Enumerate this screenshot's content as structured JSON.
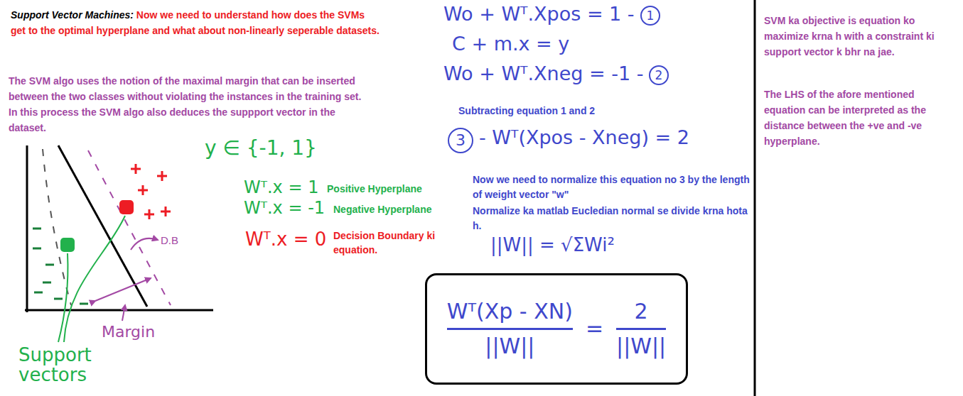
{
  "diagram": {
    "title": "Support Vector Machines:",
    "nodes": [
      {
        "text": [
          "Wᵀ(Xp - XN)",
          "||W||",
          "=",
          "2",
          "||W||"
        ]
      }
    ],
    "labels": [
      "Now we need to understand how does the SVMs get to the optimal hyperplane and what about non-linearly seperable datasets.",
      "The SVM algo uses the notion of the maximal margin that can be inserted between the two classes without violating the instances in the training set. In this process the SVM algo also deduces the suppport vector in the dataset.",
      "y ∈ {-1, 1}",
      "Wᵀ.x = 1",
      "Positive Hyperplane",
      "Wᵀ.x = -1",
      "Negative Hyperplane",
      "Wᵀ.x = 0",
      "Decision Boundary ki equation.",
      "D.B",
      "Margin",
      "Support vectors",
      "Wo + Wᵀ.Xpos = 1 -",
      "1",
      "C + m.x = y",
      "Wo + Wᵀ.Xneg = -1 -",
      "2",
      "Subtracting equation 1 and 2",
      "3",
      "- Wᵀ(Xpos - Xneg) = 2",
      "Now we need to normalize this equation no 3 by the length of weight vector \"w\"",
      "Normalize ka matlab Eucledian normal se divide krna hota h.",
      "||W|| = √ΣWi²",
      "SVM ka objective is equation ko maximize krna h with a constraint ki support vector k bhr na jae.",
      "The LHS of the afore mentioned equation can be interpreted as the distance between the +ve and -ve hyperplane."
    ]
  }
}
